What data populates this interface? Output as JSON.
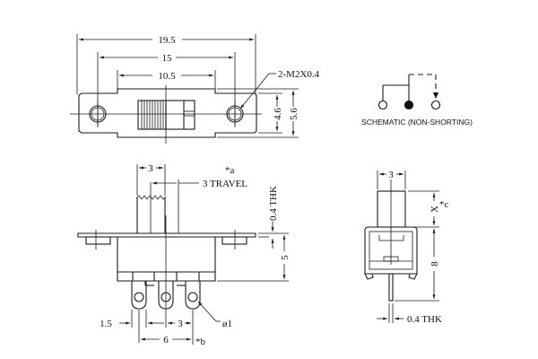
{
  "title": "Slide switch mechanical drawing",
  "top_view": {
    "overall_length": "19.5",
    "hole_spacing": "15",
    "body_length": "10.5",
    "hole_callout": "2-M2X0.4",
    "inner_width": "4.6",
    "outer_width": "5.6"
  },
  "schematic": {
    "label": "SCHEMATIC (NON-SHORTING)"
  },
  "front_view": {
    "actuator_width": "3",
    "travel_note": "*a",
    "travel_label": "3  TRAVEL",
    "thickness_label": "0.4  THK",
    "body_height": "5",
    "pin_offset": "1.5",
    "pin_pitch": "3",
    "pin_span": "6",
    "pin_span_note": "*b",
    "pin_hole_dia": "ø1"
  },
  "side_view": {
    "actuator_width": "3",
    "actuator_height": "X",
    "actuator_note": "*c",
    "overall_height": "8",
    "thickness_label": "0.4  THK"
  }
}
